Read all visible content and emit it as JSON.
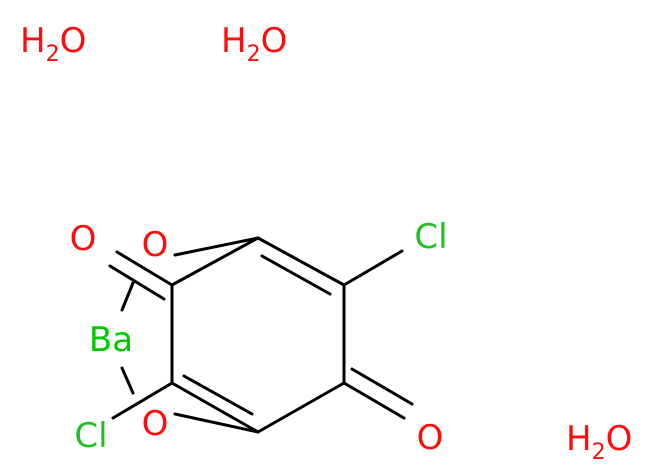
{
  "colors": {
    "oxygen": "#ff0d0d",
    "chlorine": "#1fc01f",
    "barium": "#00c900",
    "bond": "#000000"
  },
  "water": {
    "h": "H",
    "two": "2",
    "o": "O"
  },
  "atoms": {
    "o_ketone_top": "O",
    "o_ether_top": "O",
    "cl_right": "Cl",
    "ba": "Ba",
    "cl_left": "Cl",
    "o_ether_bottom": "O",
    "o_ketone_bottom": "O"
  }
}
